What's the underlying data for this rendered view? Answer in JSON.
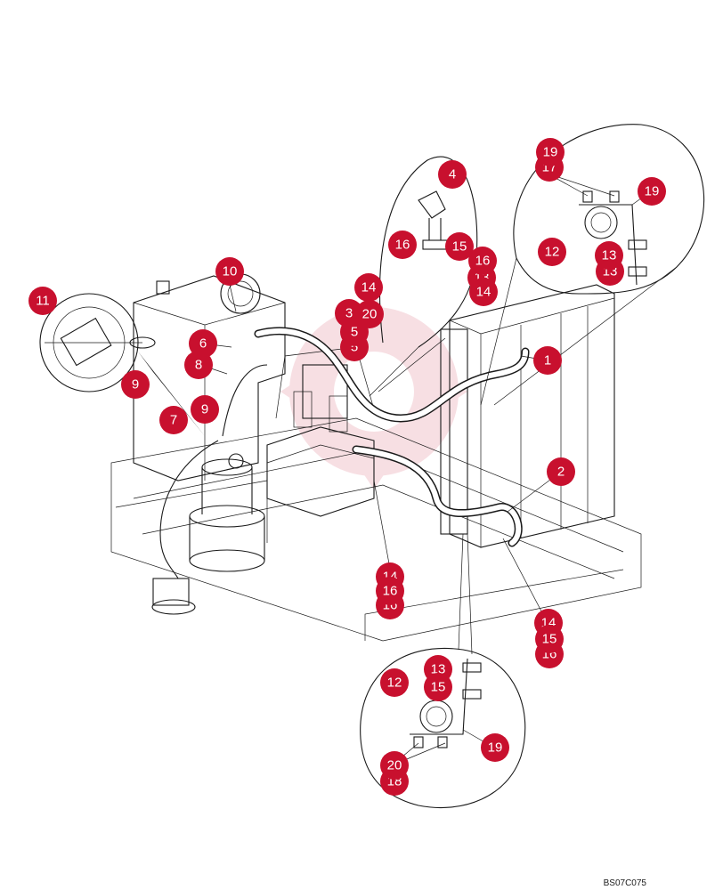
{
  "drawing_code": "BS07C075",
  "callouts": [
    {
      "id": "c1",
      "label": "1"
    },
    {
      "id": "c2",
      "label": "2"
    },
    {
      "id": "c3",
      "label": "3"
    },
    {
      "id": "c4",
      "label": "4"
    },
    {
      "id": "c5",
      "label": "5"
    },
    {
      "id": "c6",
      "label": "6"
    },
    {
      "id": "c7",
      "label": "7"
    },
    {
      "id": "c8",
      "label": "8"
    },
    {
      "id": "c9a",
      "label": "9"
    },
    {
      "id": "c9b",
      "label": "9"
    },
    {
      "id": "c10",
      "label": "10"
    },
    {
      "id": "c11",
      "label": "11"
    },
    {
      "id": "c12a",
      "label": "12"
    },
    {
      "id": "c12b",
      "label": "12"
    },
    {
      "id": "c13a",
      "label": "13"
    },
    {
      "id": "c13b",
      "label": "13"
    },
    {
      "id": "c13c",
      "label": "13"
    },
    {
      "id": "c14a",
      "label": "14"
    },
    {
      "id": "c14b",
      "label": "14"
    },
    {
      "id": "c14c",
      "label": "14"
    },
    {
      "id": "c14d",
      "label": "14"
    },
    {
      "id": "c15a",
      "label": "15"
    },
    {
      "id": "c15b",
      "label": "15"
    },
    {
      "id": "c15c",
      "label": "15"
    },
    {
      "id": "c16a",
      "label": "16"
    },
    {
      "id": "c16b",
      "label": "16"
    },
    {
      "id": "c16c",
      "label": "16"
    },
    {
      "id": "c16d",
      "label": "16"
    },
    {
      "id": "c17a",
      "label": "17"
    },
    {
      "id": "c17b",
      "label": "17"
    },
    {
      "id": "c18",
      "label": "18"
    },
    {
      "id": "c19a",
      "label": "19"
    },
    {
      "id": "c19b",
      "label": "19"
    },
    {
      "id": "c20a",
      "label": "20"
    },
    {
      "id": "c20b",
      "label": "20"
    },
    {
      "id": "c5b",
      "label": "5"
    },
    {
      "id": "c13d",
      "label": "13"
    },
    {
      "id": "c16e",
      "label": "16"
    }
  ]
}
